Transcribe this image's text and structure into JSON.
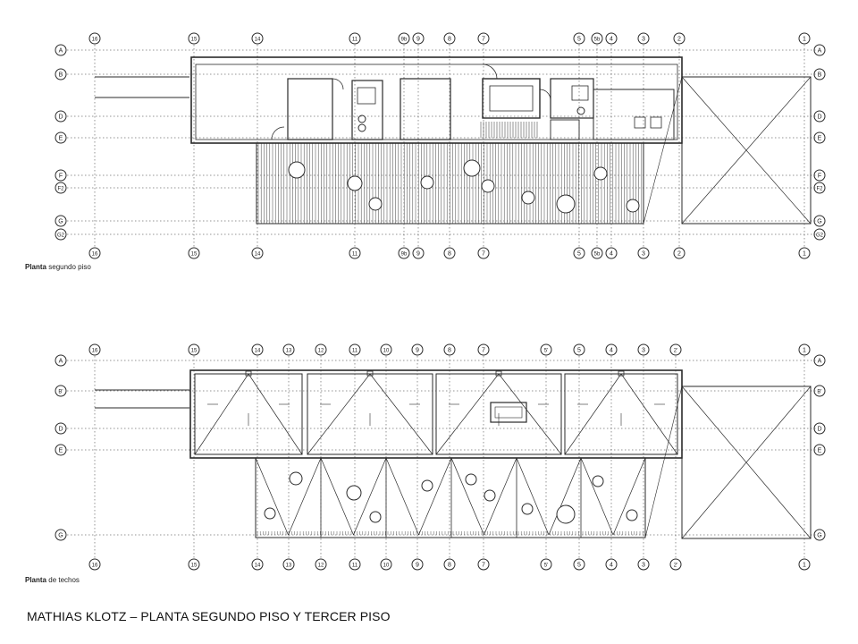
{
  "caption": "MATHIAS KLOTZ – PLANTA SEGUNDO PISO Y TERCER PISO",
  "plan1": {
    "label_bold": "Planta",
    "label_rest": " segundo piso",
    "col_labels": [
      "16",
      "15",
      "14",
      "11",
      "9b",
      "9",
      "8",
      "7",
      "5",
      "5b",
      "4",
      "3",
      "2",
      "1"
    ],
    "row_labels": [
      "A",
      "B",
      "D",
      "E",
      "F",
      "F2",
      "G",
      "G2"
    ]
  },
  "plan2": {
    "label_bold": "Planta",
    "label_rest": " de techos",
    "col_labels": [
      "16",
      "15",
      "14",
      "13",
      "12",
      "11",
      "10",
      "9",
      "8",
      "7",
      "5'",
      "5",
      "4",
      "3",
      "2'",
      "1"
    ],
    "row_labels": [
      "A",
      "B'",
      "D",
      "E",
      "G"
    ]
  }
}
